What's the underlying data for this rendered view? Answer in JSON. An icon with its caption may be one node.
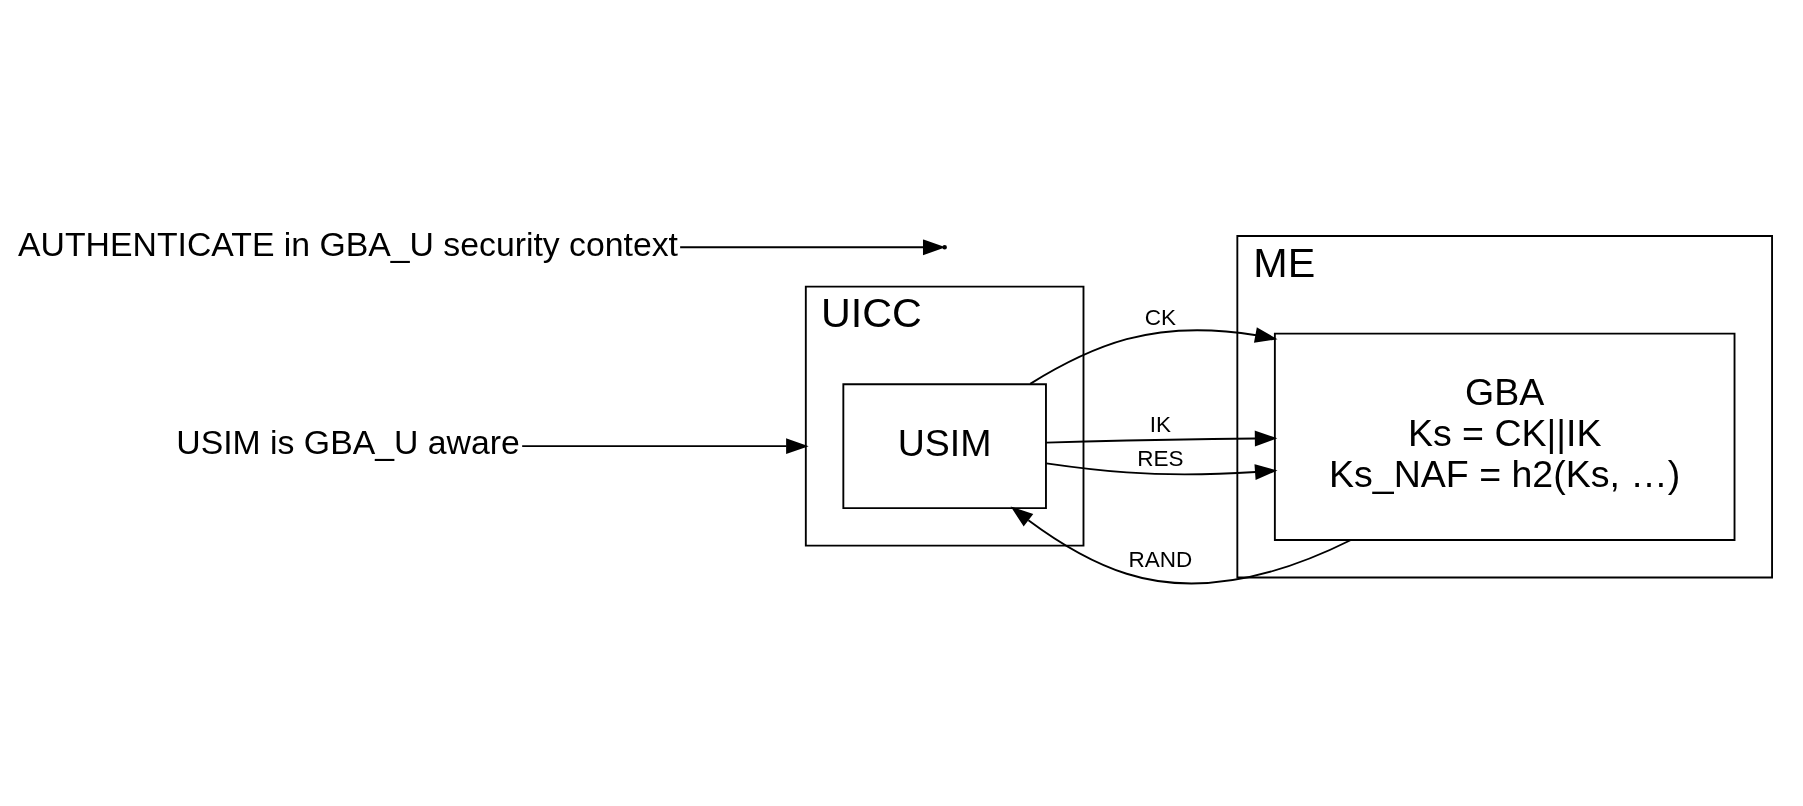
{
  "diagram": {
    "nodes": [
      {
        "text": [
          "UICC"
        ]
      },
      {
        "text": [
          "USIM"
        ],
        "in": 0
      },
      {
        "text": [
          "ME"
        ]
      },
      {
        "text": [
          "GBA",
          "Ks = CK||IK",
          "Ks_NAF = h2(Ks, …)"
        ],
        "in": 2
      },
      {
        "text": [
          "USIM is GBA_U aware"
        ]
      },
      {
        "text": [
          "AUTHENTICATE in GBA_U security context"
        ]
      }
    ],
    "edges": [
      {
        "from": 3,
        "to": 1,
        "label": "RAND",
        "arrow": "to"
      },
      {
        "from": 1,
        "to": 3,
        "label": "CK",
        "arrow": "to"
      },
      {
        "from": 1,
        "to": 3,
        "label": "IK",
        "arrow": "to"
      },
      {
        "from": 1,
        "to": 3,
        "label": "RES",
        "arrow": "to"
      },
      {
        "from": 4,
        "to": 0,
        "arrow": "to"
      },
      {
        "from": 5,
        "to": null,
        "arrow": "to"
      }
    ]
  }
}
